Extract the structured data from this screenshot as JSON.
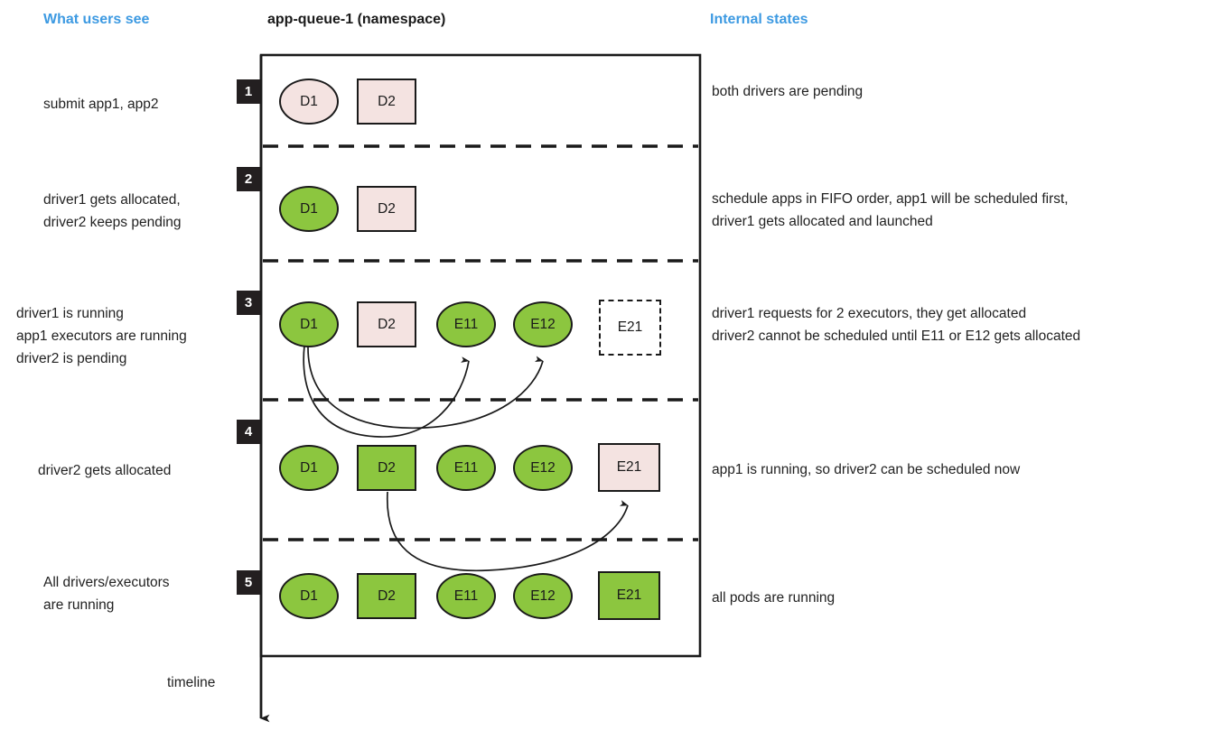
{
  "headers": {
    "left": "What users see",
    "center": "app-queue-1 (namespace)",
    "right": "Internal states",
    "accent_color": "#3d9ae2"
  },
  "colors": {
    "pending_fill": "#f4e3e1",
    "running_fill": "#8cc63f",
    "stroke": "#1a1a1a",
    "badge_bg": "#231f20",
    "badge_text": "#ffffff"
  },
  "timeline": {
    "label": "timeline",
    "direction": "down"
  },
  "steps": [
    {
      "number": "1",
      "user_text": "submit app1, app2",
      "internal_text": "both drivers are pending",
      "pods": [
        {
          "label": "D1",
          "shape": "ellipse",
          "state": "pending"
        },
        {
          "label": "D2",
          "shape": "rect",
          "state": "pending"
        }
      ]
    },
    {
      "number": "2",
      "user_text": "driver1 gets allocated,\ndriver2 keeps pending",
      "internal_text": "schedule apps in FIFO order, app1 will be scheduled first,\ndriver1 gets allocated and launched",
      "pods": [
        {
          "label": "D1",
          "shape": "ellipse",
          "state": "running"
        },
        {
          "label": "D2",
          "shape": "rect",
          "state": "pending"
        }
      ]
    },
    {
      "number": "3",
      "user_text": "driver1 is running\napp1 executors are running\ndriver2 is pending",
      "internal_text": "driver1 requests for 2 executors, they get allocated\ndriver2 cannot be scheduled until E11 or E12 gets allocated",
      "pods": [
        {
          "label": "D1",
          "shape": "ellipse",
          "state": "running"
        },
        {
          "label": "D2",
          "shape": "rect",
          "state": "pending"
        },
        {
          "label": "E11",
          "shape": "ellipse",
          "state": "running"
        },
        {
          "label": "E12",
          "shape": "ellipse",
          "state": "running"
        },
        {
          "label": "E21",
          "shape": "rect",
          "state": "ghost"
        }
      ]
    },
    {
      "number": "4",
      "user_text": "driver2 gets allocated",
      "internal_text": "app1 is running, so driver2 can be scheduled now",
      "pods": [
        {
          "label": "D1",
          "shape": "ellipse",
          "state": "running"
        },
        {
          "label": "D2",
          "shape": "rect",
          "state": "running"
        },
        {
          "label": "E11",
          "shape": "ellipse",
          "state": "running"
        },
        {
          "label": "E12",
          "shape": "ellipse",
          "state": "running"
        },
        {
          "label": "E21",
          "shape": "rect",
          "state": "pending"
        }
      ]
    },
    {
      "number": "5",
      "user_text": "All drivers/executors\nare running",
      "internal_text": "all pods are running",
      "pods": [
        {
          "label": "D1",
          "shape": "ellipse",
          "state": "running"
        },
        {
          "label": "D2",
          "shape": "rect",
          "state": "running"
        },
        {
          "label": "E11",
          "shape": "ellipse",
          "state": "running"
        },
        {
          "label": "E12",
          "shape": "ellipse",
          "state": "running"
        },
        {
          "label": "E21",
          "shape": "rect",
          "state": "running"
        }
      ]
    }
  ],
  "relations": [
    {
      "from": "step3.D1",
      "to": "step3.E11",
      "kind": "requests-executor"
    },
    {
      "from": "step3.D1",
      "to": "step3.E12",
      "kind": "requests-executor"
    },
    {
      "from": "step4.D2",
      "to": "step4.E21",
      "kind": "requests-executor"
    }
  ]
}
